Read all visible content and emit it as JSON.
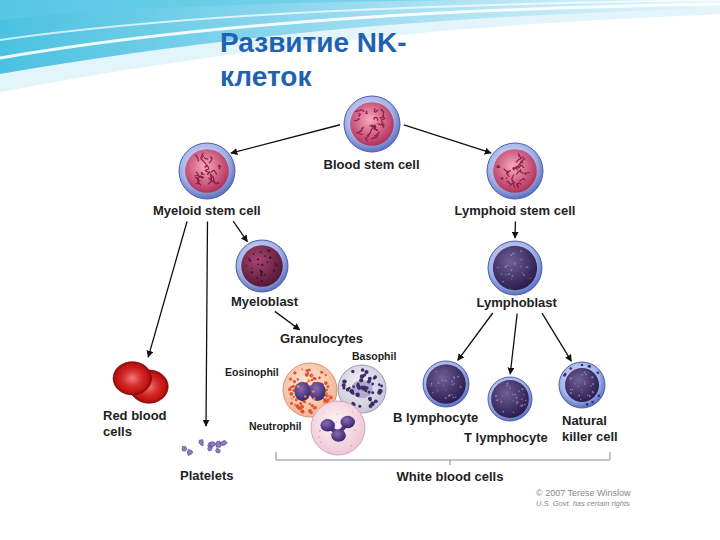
{
  "diagram": {
    "title": "Развитие NK-клеток",
    "nodes": [
      {
        "text": [
          "Blood stem cell"
        ]
      },
      {
        "text": [
          "Myeloid stem cell"
        ]
      },
      {
        "text": [
          "Lymphoid stem cell"
        ]
      },
      {
        "text": [
          "Myeloblast"
        ]
      },
      {
        "text": [
          "Granulocytes"
        ]
      },
      {
        "text": [
          "Eosinophil"
        ],
        "in": 4
      },
      {
        "text": [
          "Basophil"
        ],
        "in": 4
      },
      {
        "text": [
          "Neutrophil"
        ],
        "in": 4
      },
      {
        "text": [
          "Red blood cells"
        ]
      },
      {
        "text": [
          "Platelets"
        ]
      },
      {
        "text": [
          "Lymphoblast"
        ]
      },
      {
        "text": [
          "B lymphocyte"
        ]
      },
      {
        "text": [
          "T lymphocyte"
        ]
      },
      {
        "text": [
          "Natural killer cell"
        ]
      }
    ],
    "edges": [
      {
        "from": 0,
        "to": 1,
        "arrow": "to"
      },
      {
        "from": 0,
        "to": 2,
        "arrow": "to"
      },
      {
        "from": 1,
        "to": 8,
        "arrow": "to"
      },
      {
        "from": 1,
        "to": 9,
        "arrow": "to"
      },
      {
        "from": 1,
        "to": 3,
        "arrow": "to"
      },
      {
        "from": 3,
        "to": 4,
        "arrow": "to"
      },
      {
        "from": 2,
        "to": 10,
        "arrow": "to"
      },
      {
        "from": 10,
        "to": 11,
        "arrow": "to"
      },
      {
        "from": 10,
        "to": 12,
        "arrow": "to"
      },
      {
        "from": 10,
        "to": 13,
        "arrow": "to"
      }
    ],
    "labels": [
      "White blood cells",
      "© 2007 Terese Winslow",
      "U.S. Govt. has certain rights"
    ]
  }
}
